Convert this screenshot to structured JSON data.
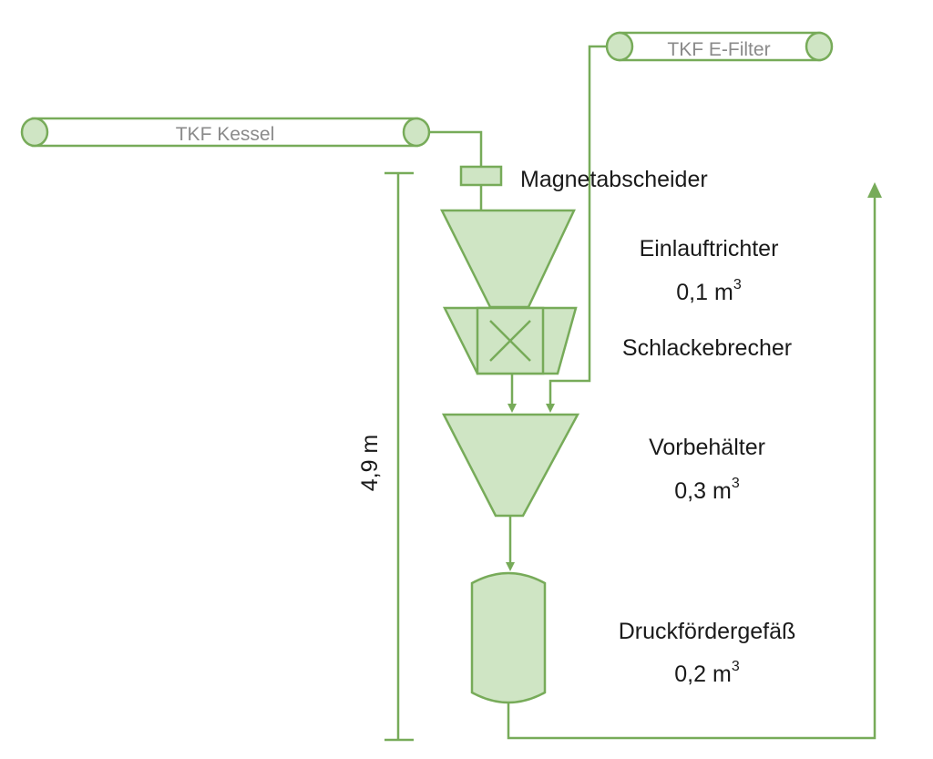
{
  "pipes": {
    "kessel_label": "TKF Kessel",
    "efilter_label": "TKF E-Filter"
  },
  "components": {
    "magnetabscheider": {
      "name": "Magnetabscheider"
    },
    "einlauftrichter": {
      "name": "Einlauftrichter",
      "volume": "0,1 m",
      "unit_exp": "3"
    },
    "schlackebrecher": {
      "name": "Schlackebrecher"
    },
    "vorbehaelter": {
      "name": "Vorbehälter",
      "volume": "0,3 m",
      "unit_exp": "3"
    },
    "druckfoerdergefaess": {
      "name": "Druckfördergefäß",
      "volume": "0,2 m",
      "unit_exp": "3"
    }
  },
  "dimension": {
    "height_label": "4,9 m"
  },
  "colors": {
    "fill": "#cfe5c4",
    "stroke": "#77ab59",
    "pipe_text": "#8a8a8a",
    "text": "#1a1a1a"
  }
}
